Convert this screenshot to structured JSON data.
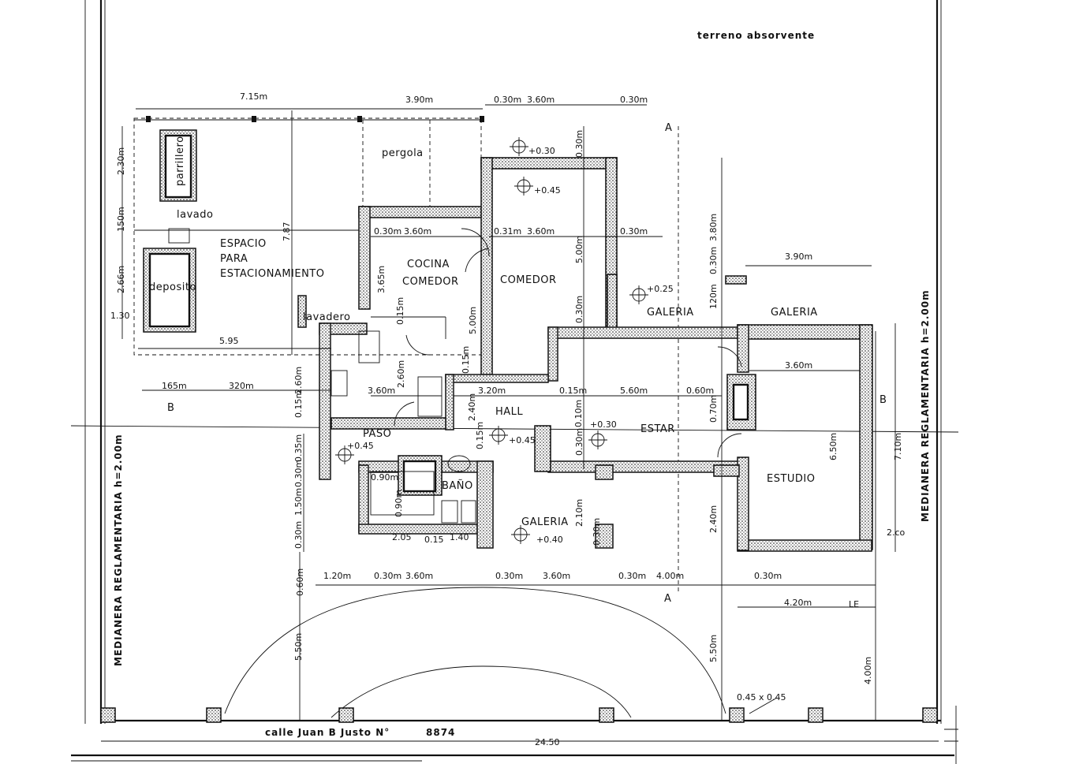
{
  "header": {
    "site_note": "terreno absorvente"
  },
  "rooms": {
    "pergola": "pergola",
    "parrillero": "parrillero",
    "lavado": "lavado",
    "estacionamiento_1": "ESPACIO",
    "estacionamiento_2": "PARA",
    "estacionamiento_3": "ESTACIONAMIENTO",
    "deposito": "deposito",
    "lavadero": "lavadero",
    "cocina_1": "COCINA",
    "cocina_2": "COMEDOR",
    "comedor": "COMEDOR",
    "galeria_1": "GALERIA",
    "galeria_2": "GALERIA",
    "galeria_3": "GALERIA",
    "hall": "HALL",
    "estar": "ESTAR",
    "paso": "PASO",
    "bano": "BAÑO",
    "estudio": "ESTUDIO"
  },
  "levels": {
    "comedor_top": "+0.30",
    "comedor_mid": "+0.45",
    "galeria_level": "+0.25",
    "estar_level": "+0.30",
    "paso_level": "+0.45",
    "hall_level": "+0.45",
    "galeria_front": "+0.40"
  },
  "section_marks": {
    "a_top": "A",
    "a_bottom": "A",
    "b_left": "B",
    "b_right": "B"
  },
  "dimensions": {
    "d715": "7.15m",
    "d390a": "3.90m",
    "d030a": "0.30m",
    "d360a": "3.60m",
    "d030b": "0.30m",
    "d230": "2.30m",
    "d150": "150m",
    "d266": "2.66m",
    "d130": "1.30",
    "d787": "7.87",
    "d595": "5.95",
    "d165": "165m",
    "d320a": "320m",
    "d030c": "0.30m",
    "d360b": "3.60m",
    "d031": "0.31m",
    "d360c": "3.60m",
    "d030d": "0.30m",
    "d030e": "0.30m",
    "d380": "3.80m",
    "d030f": "0.30m",
    "d390b": "3.90m",
    "d365": "3.65m",
    "d015a": "0.15m",
    "d500a": "5.00m",
    "d500b": "5.00m",
    "d030g": "0.30m",
    "d120a": "120m",
    "d260a": "2.60m",
    "d260b": "2.60m",
    "d360d": "3.60m",
    "d320b": "3.20m",
    "d015b": "0.15m",
    "d560": "5.60m",
    "d060a": "0.60m",
    "d360e": "3.60m",
    "d015c": "0.15m",
    "d240a": "2.40m",
    "d015d": "0.15m",
    "d010": "0.10m",
    "d070": "0.70m",
    "d650": "6.50m",
    "d710": "7.10m",
    "d035": "0.35m",
    "d030h": "0.30m",
    "d090a": "0.90m",
    "d150b": "1.50m",
    "d090b": "0.90m",
    "d030i": "0.30m",
    "d205": "2.05",
    "d015e": "0.15",
    "d140": "1.40",
    "d210": "2.10m",
    "d030j": "0.30m",
    "d240b": "2.40m",
    "d2co": "2.co",
    "d120b": "1.20m",
    "d030k": "0.30m",
    "d360f": "3.60m",
    "d030l": "0.30m",
    "d360g": "3.60m",
    "d030m": "0.30m",
    "d400a": "4.00m",
    "d030n": "0.30m",
    "d420": "4.20m",
    "dle": "LE",
    "d060b": "0.60m",
    "d550a": "5.50m",
    "d550b": "5.50m",
    "d400b": "4.00m",
    "d045": "0.45 x 0.45",
    "d2450": "24.50",
    "d015f": "0.15m"
  },
  "boundaries": {
    "left_wall": "MEDIANERA REGLAMENTARIA h=2.00m",
    "right_wall": "MEDIANERA REGLAMENTARIA h=2.00m"
  },
  "footer": {
    "street": "calle Juan B Justo N°",
    "number": "8874"
  }
}
